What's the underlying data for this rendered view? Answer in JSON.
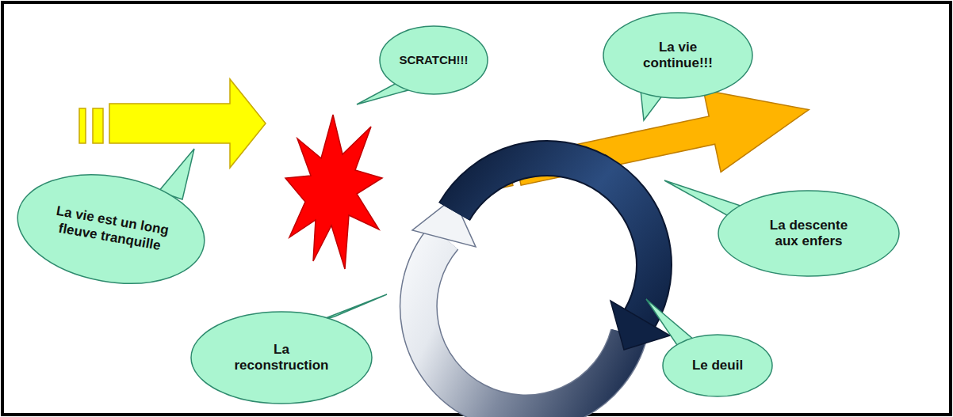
{
  "diagram": {
    "nodes": [
      {
        "text": [
          "La vie est un long fleuve tranquille"
        ]
      },
      {
        "text": [
          "SCRATCH!!!"
        ]
      },
      {
        "text": [
          "La vie continue!!!"
        ]
      },
      {
        "text": [
          "La descente aux enfers"
        ]
      },
      {
        "text": [
          "Le deuil"
        ]
      },
      {
        "text": [
          "La reconstruction"
        ]
      }
    ]
  }
}
